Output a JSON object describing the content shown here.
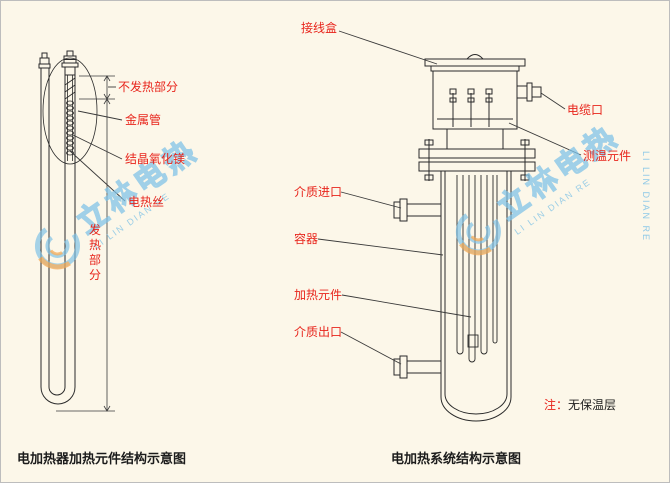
{
  "colors": {
    "background": "#fcf7e9",
    "label_red": "#e8251c",
    "line": "#2a2a2a",
    "watermark_blue": "#7dc1e6",
    "watermark_orange": "#f5a44a"
  },
  "left_diagram": {
    "caption": "电加热器加热元件结构示意图",
    "labels": {
      "non_heating": "不发热部分",
      "metal_tube": "金属管",
      "mgo": "结晶氧化镁",
      "wire": "电热丝",
      "heating": "发热部分"
    }
  },
  "right_diagram": {
    "caption": "电加热系统结构示意图",
    "labels": {
      "junction_box": "接线盒",
      "cable_port": "电缆口",
      "temp_sensor": "测温元件",
      "inlet": "介质进口",
      "vessel": "容器",
      "heater": "加热元件",
      "outlet": "介质出口"
    },
    "note_prefix": "注：",
    "note_text": "无保温层"
  },
  "watermark": {
    "brand": "立林电热",
    "subtext": "LI LIN DIAN RE"
  }
}
